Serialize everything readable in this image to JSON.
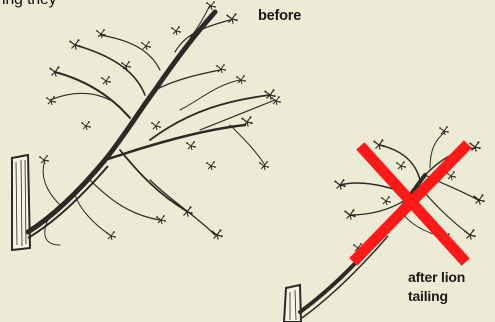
{
  "captions": {
    "top_fragment": "ing they",
    "before": "before",
    "after_line1": "after lion",
    "after_line2": "tailing"
  },
  "colors": {
    "paper": "#ecebd6",
    "ink": "#2b2a24",
    "cross": "#ff1a1a"
  },
  "icons": {
    "rejection_mark": "red-x-icon"
  }
}
